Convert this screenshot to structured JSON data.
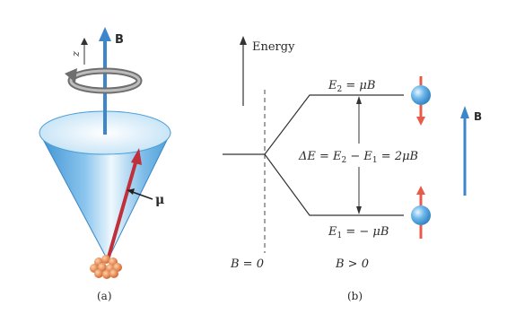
{
  "panel_a": {
    "z_axis_label": "z",
    "field_label": "B",
    "moment_label": "μ",
    "caption": "(a)"
  },
  "panel_b": {
    "energy_axis_label": "Energy",
    "upper_level": {
      "E": "E",
      "sub": "2",
      "rest": " = μB"
    },
    "lower_level": {
      "E": "E",
      "sub": "1",
      "rest": " = − μB"
    },
    "delta_E": {
      "pre": "ΔE = E",
      "sub1": "2",
      "mid": " − E",
      "sub2": "1",
      "post": " = 2μB"
    },
    "b_zero_label": "B = 0",
    "b_positive_label": "B > 0",
    "field_label": "B",
    "caption": "(b)"
  },
  "colors": {
    "cone_light": "#e6f4fc",
    "cone_dark": "#4a9fd8",
    "field_arrow": "#3d86c9",
    "moment_arrow": "#c0303a",
    "spin_arrow": "#e85a4a",
    "ball": "#4aa3e0",
    "nucleus": "#e07840"
  }
}
